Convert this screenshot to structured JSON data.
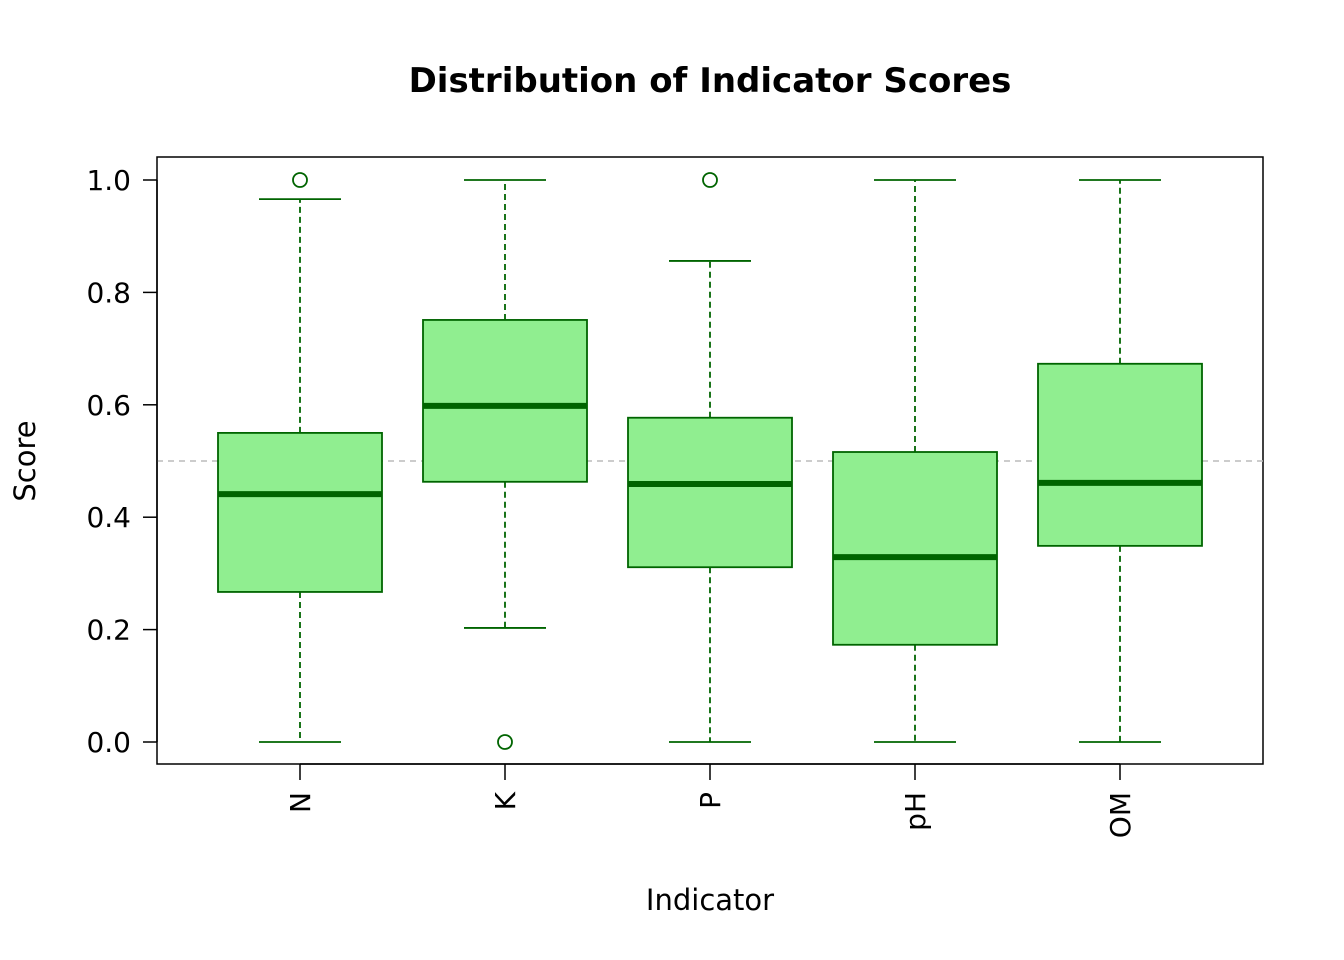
{
  "chart_data": {
    "type": "boxplot",
    "title": "Distribution of Indicator Scores",
    "xlabel": "Indicator",
    "ylabel": "Score",
    "ylim": [
      -0.04,
      1.04
    ],
    "yticks": [
      0.0,
      0.2,
      0.4,
      0.6,
      0.8,
      1.0
    ],
    "ytick_labels": [
      "0.0",
      "0.2",
      "0.4",
      "0.6",
      "0.8",
      "1.0"
    ],
    "reference_line": 0.5,
    "grid": false,
    "colors": {
      "fill": "#90EE90",
      "stroke": "#006400",
      "reference": "#bbbbbb"
    },
    "categories": [
      "N",
      "K",
      "P",
      "pH",
      "OM"
    ],
    "boxes": [
      {
        "name": "N",
        "lower_whisker": 0.0,
        "q1": 0.267,
        "median": 0.441,
        "q3": 0.55,
        "upper_whisker": 0.966,
        "outliers": [
          1.0
        ]
      },
      {
        "name": "K",
        "lower_whisker": 0.203,
        "q1": 0.463,
        "median": 0.598,
        "q3": 0.751,
        "upper_whisker": 1.0,
        "outliers": [
          0.0
        ]
      },
      {
        "name": "P",
        "lower_whisker": 0.0,
        "q1": 0.311,
        "median": 0.459,
        "q3": 0.577,
        "upper_whisker": 0.856,
        "outliers": [
          1.0
        ]
      },
      {
        "name": "pH",
        "lower_whisker": 0.0,
        "q1": 0.173,
        "median": 0.329,
        "q3": 0.516,
        "upper_whisker": 1.0,
        "outliers": []
      },
      {
        "name": "OM",
        "lower_whisker": 0.0,
        "q1": 0.349,
        "median": 0.461,
        "q3": 0.673,
        "upper_whisker": 1.0,
        "outliers": []
      }
    ]
  }
}
